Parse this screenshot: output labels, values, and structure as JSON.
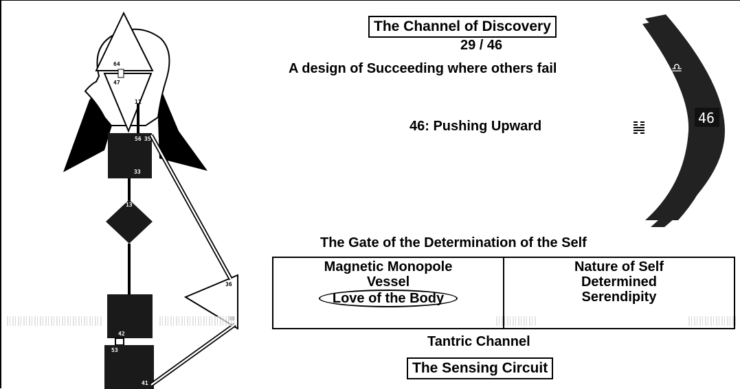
{
  "channel": {
    "title": "The Channel of Discovery",
    "gates": "29 / 46",
    "design": "A design of Succeeding where others fail"
  },
  "gate": {
    "name_line": "46: Pushing Upward",
    "number": "46",
    "hexagram_icon": "hexagram-46-icon",
    "gate_title": "The Gate of the Determination of the Self"
  },
  "table": {
    "left": [
      "Magnetic Monopole",
      "Vessel",
      "Love of the Body"
    ],
    "right": [
      "Nature of Self",
      "Determined",
      "Serendipity"
    ]
  },
  "circuit": {
    "group": "Tantric Channel",
    "name": "The Sensing Circuit"
  },
  "bodygraph_labels": {
    "head": [
      "64"
    ],
    "ajna": [
      "47",
      "11"
    ],
    "throat": [
      "56",
      "35",
      "33"
    ],
    "g": [
      "13"
    ],
    "emotional": [
      "36",
      "30"
    ],
    "sacral": [
      "42",
      "53"
    ],
    "root": [
      "41"
    ]
  },
  "zodiac": {
    "upper_sign": "libra-icon",
    "lower_sign": "virgo-icon"
  },
  "colors": {
    "center_fill": "#1a1a1a",
    "wing_fill": "#000000",
    "arc_fill": "#222222"
  }
}
